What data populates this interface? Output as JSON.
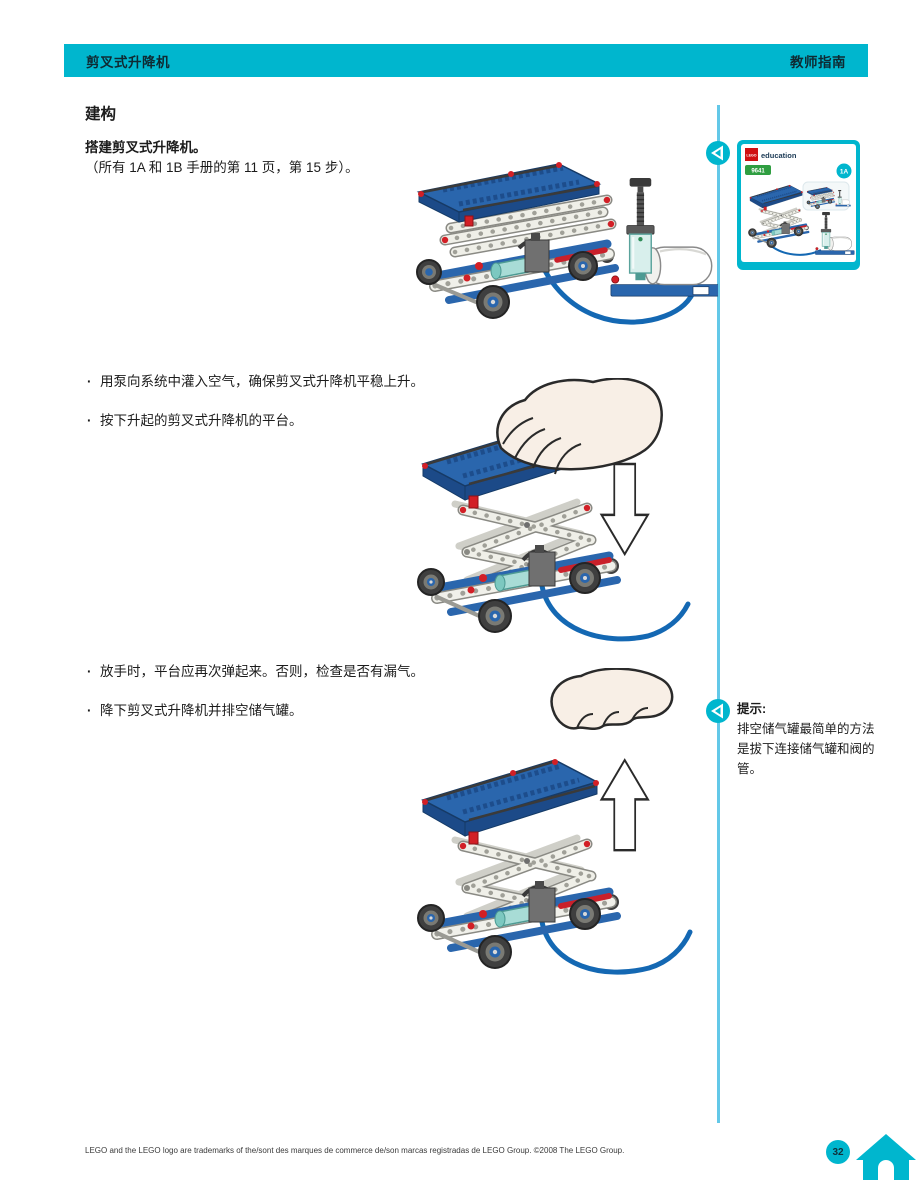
{
  "header": {
    "left_title": "剪叉式升降机",
    "right_title": "教师指南"
  },
  "section": {
    "title": "建构"
  },
  "intro": {
    "bold_line": "搭建剪叉式升降机。",
    "detail_line": "（所有 1A 和 1B 手册的第 11 页，第 15 步）。"
  },
  "bullets_group1": [
    "用泵向系统中灌入空气，确保剪叉式升降机平稳上升。",
    "按下升起的剪叉式升降机的平台。"
  ],
  "bullets_group2": [
    "放手时，平台应再次弹起来。否则，检查是否有漏气。",
    "降下剪叉式升降机并排空储气罐。"
  ],
  "tip": {
    "label": "提示:",
    "text": "排空储气罐最简单的方法是拔下连接储气罐和阀的管。"
  },
  "thumbnail": {
    "logo_text": "LEGO",
    "brand_text": "education",
    "set_number": "9641",
    "book_badge": "1A"
  },
  "icons": {
    "nav_back": "triangle-left-in-circle",
    "home": "house"
  },
  "figures": {
    "fig1_alt": "scissor-lift-cart-lowered-with-pump-and-air-tank",
    "fig2_alt": "hand-pressing-raised-scissor-lift-down-arrow",
    "fig3_alt": "hand-released-raised-scissor-lift-up-arrow"
  },
  "footer": {
    "legal": "LEGO and the LEGO logo are trademarks of the/sont des marques de commerce de/son marcas registradas de LEGO Group. ©2008 The LEGO Group.",
    "page_number": "32"
  },
  "colors": {
    "accent_cyan": "#00b6ce",
    "rail_cyan": "#63c8e8",
    "lego_blue": "#2a66ad",
    "tube_blue": "#1468b3",
    "lego_red": "#d21f26",
    "badge_green": "#2f9e41"
  }
}
